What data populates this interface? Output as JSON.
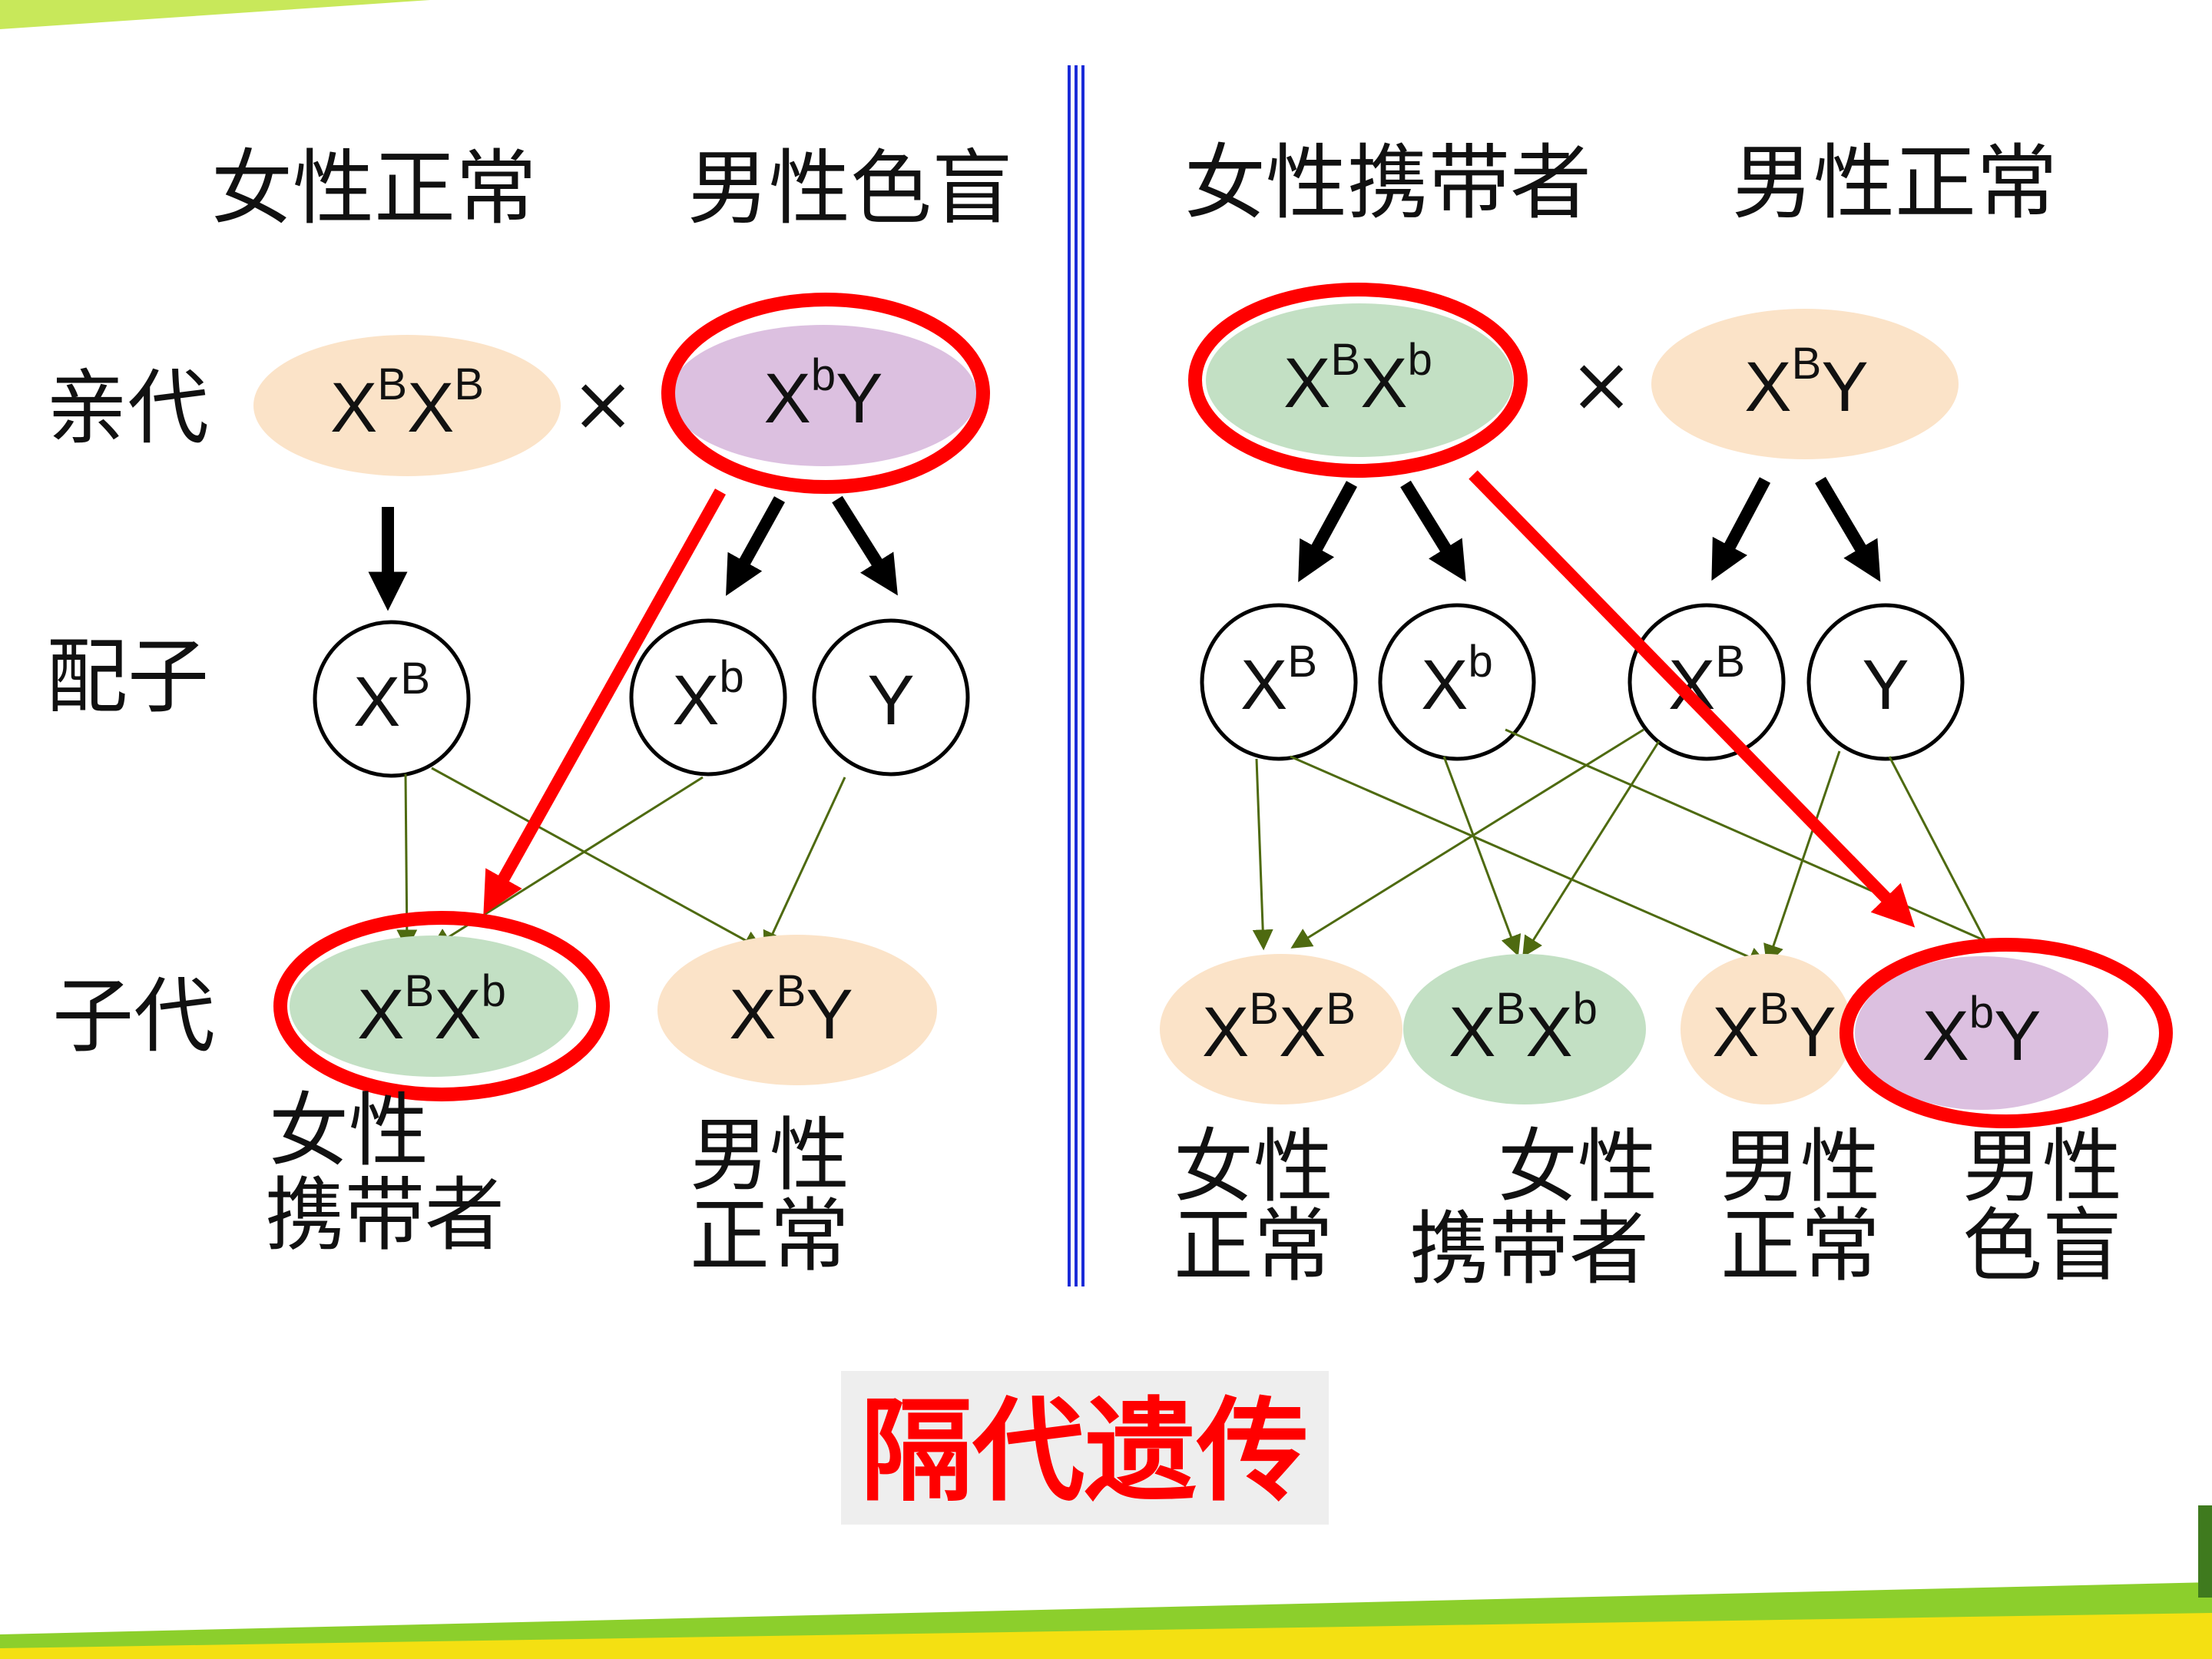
{
  "colors": {
    "normal_fill": "#fbe3c8",
    "carrier_fill": "#c3e0c4",
    "blind_fill": "#dcc0e0",
    "highlight": "#ff0000",
    "thin_arrow": "#4e6a10",
    "divider": "#1a2bd8",
    "title_bg": "#eeeeee",
    "accent_green": "#8ccf2c",
    "accent_yellow": "#f4e012"
  },
  "rows": {
    "parents": "亲代",
    "gametes": "配子",
    "offspring": "子代"
  },
  "cross_symbol": "×",
  "left": {
    "mother_label": "女性正常",
    "father_label": "男性色盲",
    "mother": {
      "base1": "X",
      "sup1": "B",
      "base2": "X",
      "sup2": "B"
    },
    "father": {
      "base1": "X",
      "sup1": "b",
      "base2": "Y",
      "sup2": ""
    },
    "gametes": [
      {
        "base": "X",
        "sup": "B"
      },
      {
        "base": "X",
        "sup": "b"
      },
      {
        "base": "Y",
        "sup": ""
      }
    ],
    "offspring": [
      {
        "base1": "X",
        "sup1": "B",
        "base2": "X",
        "sup2": "b",
        "label1": "女性",
        "label2": "携带者"
      },
      {
        "base1": "X",
        "sup1": "B",
        "base2": "Y",
        "sup2": "",
        "label1": "男性",
        "label2": "正常"
      }
    ]
  },
  "right": {
    "mother_label": "女性携带者",
    "father_label": "男性正常",
    "mother": {
      "base1": "X",
      "sup1": "B",
      "base2": "X",
      "sup2": "b"
    },
    "father": {
      "base1": "X",
      "sup1": "B",
      "base2": "Y",
      "sup2": ""
    },
    "gametes": [
      {
        "base": "X",
        "sup": "B"
      },
      {
        "base": "X",
        "sup": "b"
      },
      {
        "base": "X",
        "sup": "B"
      },
      {
        "base": "Y",
        "sup": ""
      }
    ],
    "offspring": [
      {
        "base1": "X",
        "sup1": "B",
        "base2": "X",
        "sup2": "B",
        "label1": "女性",
        "label2": "正常"
      },
      {
        "base1": "X",
        "sup1": "B",
        "base2": "X",
        "sup2": "b",
        "label1": "女性",
        "label2": "携带者"
      },
      {
        "base1": "X",
        "sup1": "B",
        "base2": "Y",
        "sup2": "",
        "label1": "男性",
        "label2": "正常"
      },
      {
        "base1": "X",
        "sup1": "b",
        "base2": "Y",
        "sup2": "",
        "label1": "男性",
        "label2": "色盲"
      }
    ]
  },
  "conclusion": "隔代遗传"
}
